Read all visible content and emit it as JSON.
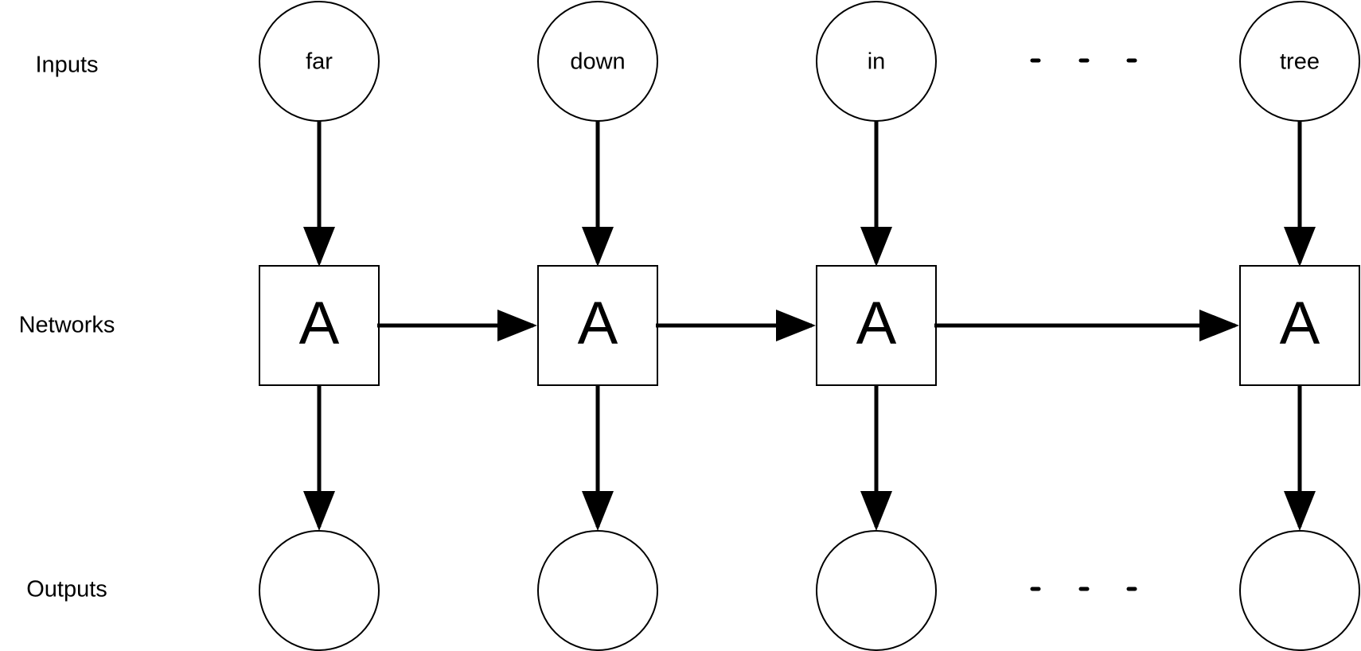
{
  "row_labels": {
    "inputs": "Inputs",
    "networks": "Networks",
    "outputs": "Outputs"
  },
  "inputs": [
    "far",
    "down",
    "in",
    "tree"
  ],
  "network_label": "A",
  "colors": {
    "stroke": "#000000",
    "fill": "#ffffff"
  }
}
